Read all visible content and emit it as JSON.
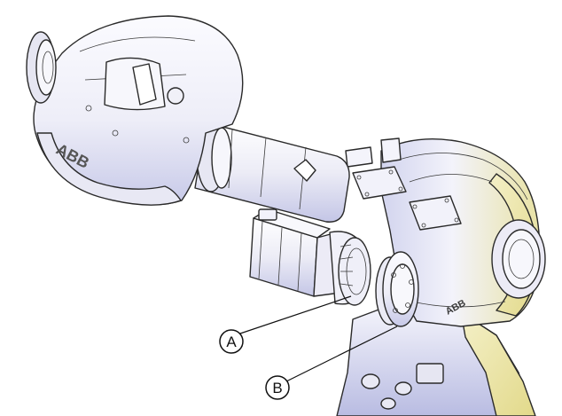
{
  "figure": {
    "brand_mark": "ABB",
    "callouts": [
      {
        "id": "A",
        "label": "A"
      },
      {
        "id": "B",
        "label": "B"
      }
    ],
    "colors": {
      "body": "#f1f1f8",
      "shade_blue": "#c9cbe8",
      "shade_yellow": "#ece6a6",
      "outline": "#2a2a2a"
    }
  }
}
